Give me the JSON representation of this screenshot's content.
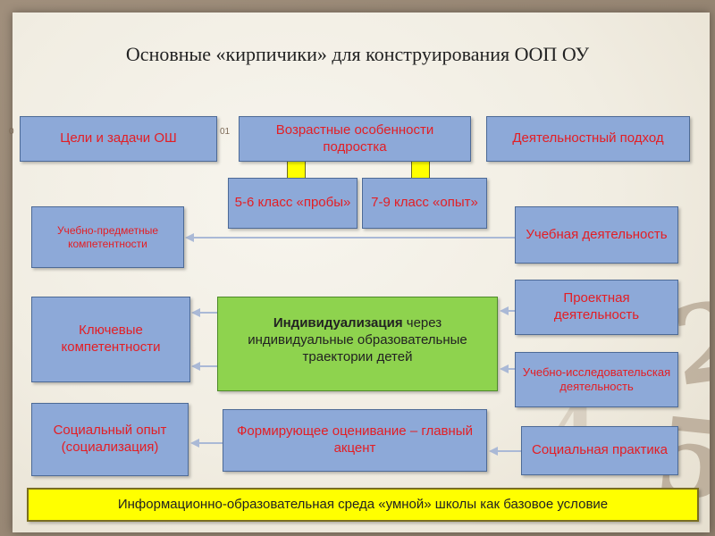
{
  "title": "Основные «кирпичики» для конструирования ООП  ОУ",
  "boxes": {
    "goals": "Цели и задачи ОШ",
    "age": "Возрастные особенности подростка",
    "approach": "Деятельностный подход",
    "grade56": "5-6 класс «пробы»",
    "grade79": "7-9 класс «опыт»",
    "subject_comp": "Учебно-предметные компетентности",
    "learning": "Учебная деятельность",
    "key_comp": "Ключевые компетентности",
    "indiv_bold": "Индивидуализация",
    "indiv_rest": " через индивидуальные образовательные траектории  детей",
    "project": "Проектная деятельность",
    "research": "Учебно-исследовательская деятельность",
    "social_exp": "Социальный опыт (социализация)",
    "assessment": "Формирующее оценивание – главный акцент",
    "social_practice": "Социальная практика",
    "env": "Информационно-образовательная среда «умной» школы как базовое условие"
  },
  "colors": {
    "box_fill": "#8da9d8",
    "box_text": "#e31e24",
    "highlight_fill": "#8ed34e",
    "base_fill": "#ffff00",
    "arrow": "#aab9d6"
  }
}
